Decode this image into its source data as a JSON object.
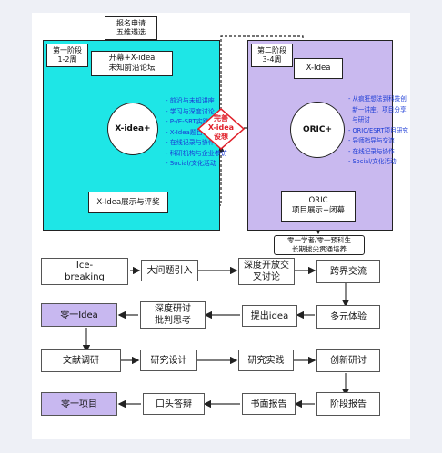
{
  "top": {
    "entry_label": "报名申请\n五维遴选",
    "phase1_label": "第一阶段\n1-2周",
    "phase2_label": "第二阶段\n3-4周",
    "phase1_open": "开幕+X-idea\n未知前沿论坛",
    "phase1_core": "X-idea+",
    "phase1_list": [
      "前沿与未知讲座",
      "学习与深度讨论",
      "P-/E-SRT实践学习",
      "X-Idea题目设计",
      "在线记录与协作",
      "科研机构与企业参访",
      "Social/文化活动"
    ],
    "phase1_end": "X-Idea展示与评奖",
    "center_note": "完善\nX-idea\n设想",
    "phase2_top": "X-Idea",
    "phase2_core": "ORIC+",
    "phase2_list": [
      "从疯狂想法到科技创",
      "新一讲座、项目分享",
      "与研讨",
      "ORIC/ESRT项目研究",
      "导师指导与交流",
      "在线记录与协作",
      "Social/文化活动"
    ],
    "phase2_end": "ORIC\n项目展示+闭幕",
    "phase2_out": "零一学者/零一预科生\n长期拔尖贯通培养"
  },
  "flow": {
    "row1": [
      "Ice-\nbreaking",
      "大问题引入",
      "深度开放交\n叉讨论",
      "跨界交流"
    ],
    "row2": [
      "零一Idea",
      "深度研讨\n批判思考",
      "提出idea",
      "多元体验"
    ],
    "row3": [
      "文献调研",
      "研究设计",
      "研究实践",
      "创新研讨"
    ],
    "row4": [
      "零一项目",
      "口头答辩",
      "书面报告",
      "阶段报告"
    ]
  },
  "colors": {
    "phase1": "#1ee6e6",
    "phase2": "#c9b9ef",
    "accent_red": "#e0202a",
    "list_blue": "#1a3ad6",
    "highlight": "#c8b8f0"
  }
}
